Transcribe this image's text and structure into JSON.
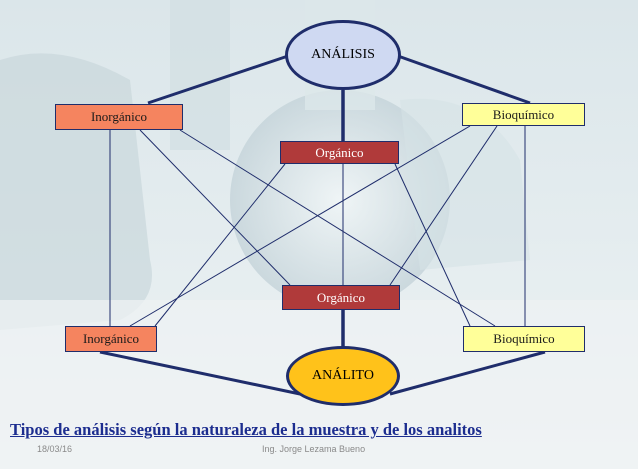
{
  "nodes": {
    "analisis": "ANÁLISIS",
    "inorganico_top": "Inorgánico",
    "organico_top": "Orgánico",
    "bioquimico_top": "Bioquímico",
    "organico_bottom": "Orgánico",
    "inorganico_bottom": "Inorgánico",
    "bioquimico_bottom": "Bioquímico",
    "analito": "ANÁLITO"
  },
  "caption": "Tipos de análisis según la naturaleza de la muestra  y de los analitos",
  "footer": {
    "date": "18/03/16",
    "author": "Ing. Jorge Lezama Bueno"
  },
  "colors": {
    "orange_box": "#f5845f",
    "dark_red_box": "#b03a3a",
    "yellow_box": "#ffff99",
    "analisis_fill": "#cfd9f2",
    "analito_fill": "#ffc21a",
    "line": "#1f2d6b",
    "caption": "#1c2d8f"
  }
}
